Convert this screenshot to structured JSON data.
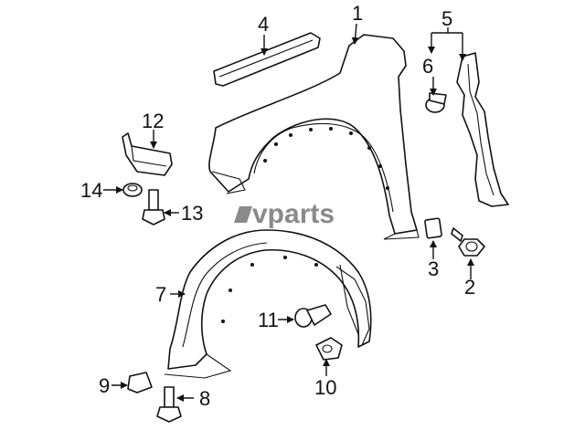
{
  "logo": {
    "text": "vparts"
  },
  "callouts": [
    {
      "id": "1",
      "label": "1"
    },
    {
      "id": "2",
      "label": "2"
    },
    {
      "id": "3",
      "label": "3"
    },
    {
      "id": "4",
      "label": "4"
    },
    {
      "id": "5",
      "label": "5"
    },
    {
      "id": "6",
      "label": "6"
    },
    {
      "id": "7",
      "label": "7"
    },
    {
      "id": "8",
      "label": "8"
    },
    {
      "id": "9",
      "label": "9"
    },
    {
      "id": "10",
      "label": "10"
    },
    {
      "id": "11",
      "label": "11"
    },
    {
      "id": "12",
      "label": "12"
    },
    {
      "id": "13",
      "label": "13"
    },
    {
      "id": "14",
      "label": "14"
    }
  ],
  "colors": {
    "line": "#111111",
    "background": "#ffffff",
    "logo": "#8a8a8a"
  }
}
